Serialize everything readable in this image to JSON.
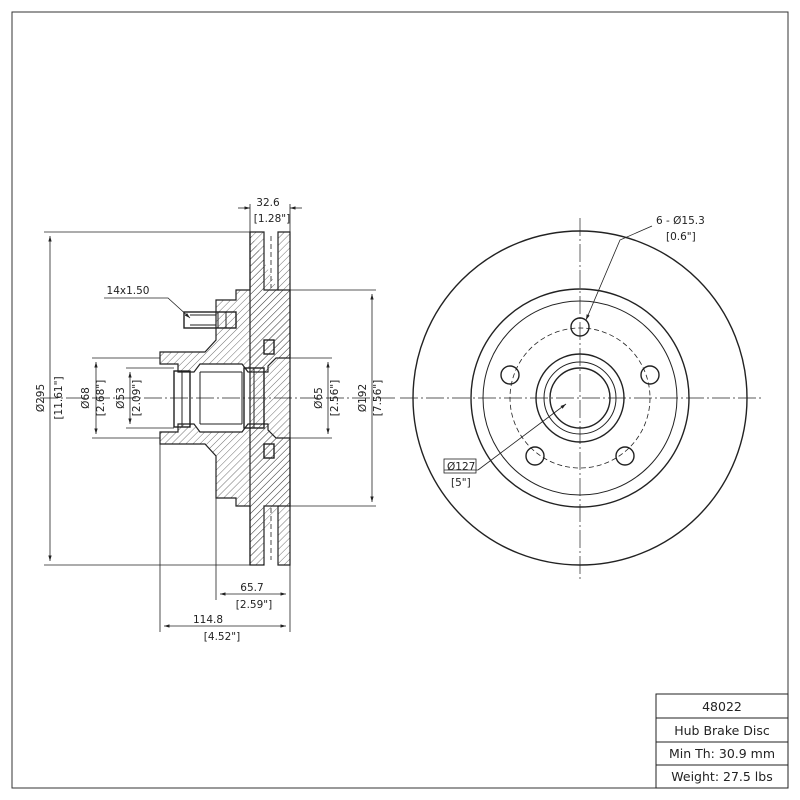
{
  "dimensions": {
    "hat_width": "32.6",
    "hat_width_in": "[1.28\"]",
    "stud_thread": "14x1.50",
    "outer_dia": "Ø295",
    "outer_dia_in": "[11.61\"]",
    "hub_od": "Ø68",
    "hub_od_in": "[2.68\"]",
    "bore": "Ø53",
    "bore_in": "[2.09\"]",
    "pilot": "Ø65",
    "pilot_in": "[2.56\"]",
    "hat_dia": "Ø192",
    "hat_dia_in": "[7.56\"]",
    "height_inner": "65.7",
    "height_inner_in": "[2.59\"]",
    "height_overall": "114.8",
    "height_overall_in": "[4.52\"]",
    "bolt_holes": "6 - Ø15.3",
    "bolt_holes_in": "[0.6\"]",
    "bolt_circle": "Ø127",
    "bolt_circle_in": "[5\"]"
  },
  "title_block": {
    "part_number": "48022",
    "description": "Hub Brake Disc",
    "min_thickness": "Min Th: 30.9 mm",
    "weight": "Weight: 27.5 lbs"
  }
}
